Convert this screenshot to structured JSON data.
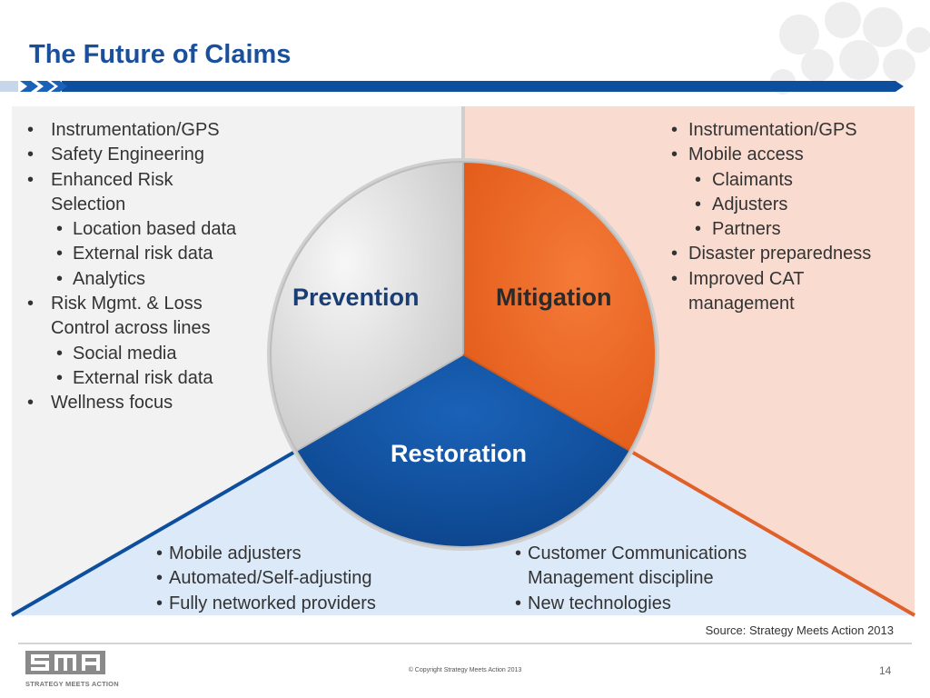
{
  "title": "The Future of Claims",
  "segments": {
    "prevention": "Prevention",
    "mitigation": "Mitigation",
    "restoration": "Restoration"
  },
  "prevention_list": [
    {
      "text": "Instrumentation/GPS",
      "level": 1
    },
    {
      "text": "Safety Engineering",
      "level": 1
    },
    {
      "text": "Enhanced Risk Selection",
      "level": 1
    },
    {
      "text": "Location based data",
      "level": 2
    },
    {
      "text": "External risk data",
      "level": 2
    },
    {
      "text": "Analytics",
      "level": 2
    },
    {
      "text": "Risk Mgmt. & Loss Control across lines",
      "level": 1
    },
    {
      "text": "Social media",
      "level": 2
    },
    {
      "text": "External risk data",
      "level": 2
    },
    {
      "text": "Wellness focus",
      "level": 1
    }
  ],
  "mitigation_list": [
    {
      "text": "Instrumentation/GPS",
      "level": 1
    },
    {
      "text": "Mobile access",
      "level": 1
    },
    {
      "text": "Claimants",
      "level": 2
    },
    {
      "text": "Adjusters",
      "level": 2
    },
    {
      "text": "Partners",
      "level": 2
    },
    {
      "text": "Disaster preparedness",
      "level": 1
    },
    {
      "text": "Improved CAT management",
      "level": 1
    }
  ],
  "restoration_left": [
    "Mobile adjusters",
    "Automated/Self-adjusting",
    "Fully networked providers"
  ],
  "restoration_right": [
    "Customer Communications Management discipline",
    "New technologies"
  ],
  "source": "Source: Strategy Meets Action 2013",
  "footer": {
    "logo": "SMA",
    "logo_tagline": "STRATEGY MEETS ACTION",
    "copyright": "© Copyright Strategy Meets Action 2013",
    "page_number": "14"
  },
  "colors": {
    "title": "#1a4f9c",
    "prevention": "#d9d9d9",
    "mitigation": "#f26b28",
    "restoration": "#0d4f9e",
    "left_panel": "#f2f2f2",
    "right_panel": "#fadbd0",
    "bottom_panel": "#dbe9f9"
  }
}
